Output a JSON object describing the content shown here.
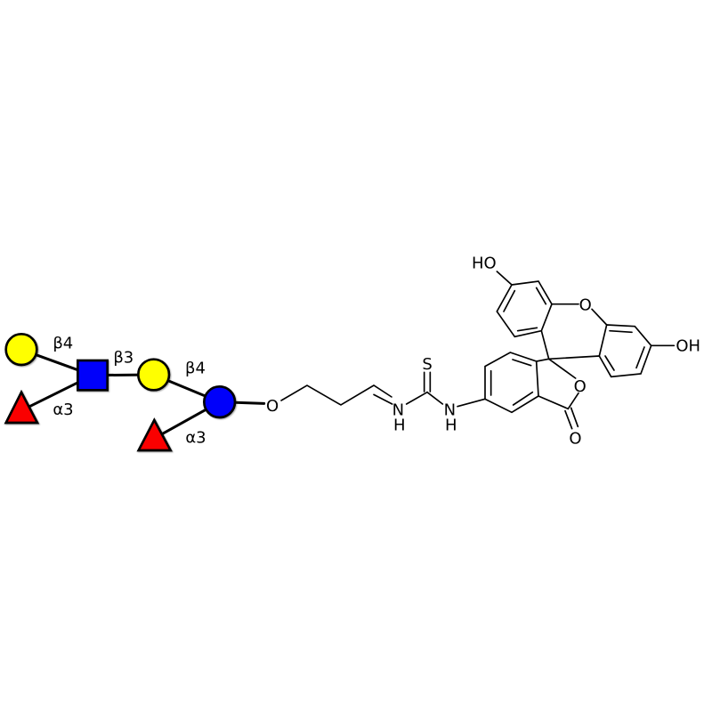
{
  "glycan": {
    "linkages": {
      "gal_to_glcnac": "β4",
      "glcnac_to_gal": "β3",
      "gal_to_glc": "β4",
      "fuc_to_glcnac": "α3",
      "fuc_to_glc": "α3"
    },
    "colors": {
      "galactose": "#ffff00",
      "glcnac": "#0000fa",
      "glucose": "#0000fa",
      "fucose": "#fa0000"
    }
  },
  "linker": {
    "oxygen": "O",
    "nh_left_n": "N",
    "nh_left_h": "H",
    "sulfur": "S",
    "nh_right_n": "N",
    "nh_right_h": "H"
  },
  "fluorescein": {
    "ho_top": "HO",
    "oh_right": "OH",
    "xanthene_oxygen": "O",
    "lactone_oxygen": "O",
    "carbonyl_oxygen": "O"
  }
}
